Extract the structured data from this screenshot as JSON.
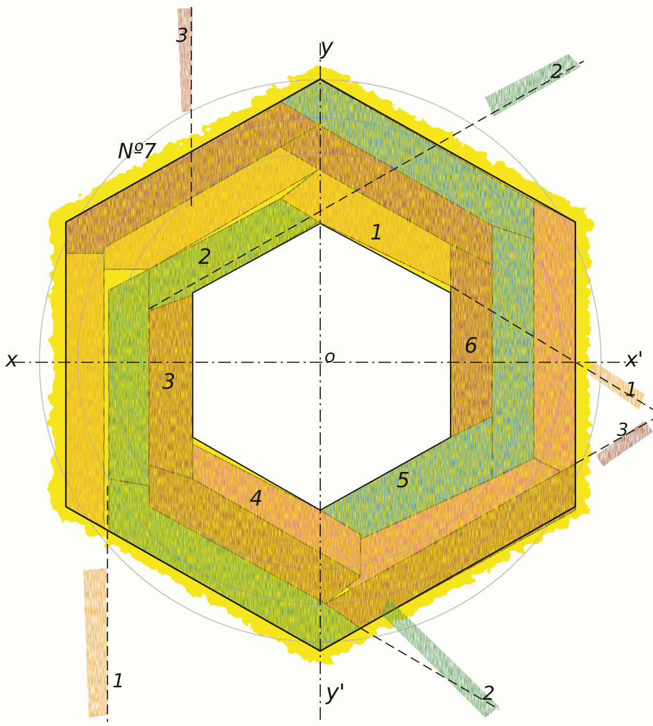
{
  "title": "Nº7",
  "origin_label": "o",
  "axes": {
    "x": "x",
    "x_prime": "x'",
    "y": "y",
    "y_prime": "y'"
  },
  "band_numbers": [
    "1",
    "2",
    "3",
    "4",
    "5",
    "6"
  ],
  "tab_labels": {
    "band1_left": "1",
    "band1_right": "1",
    "band2_top": "2",
    "band2_bottom": "2",
    "band3_top": "3",
    "band3_right": "3"
  },
  "colors": {
    "halo": "#f6e51c",
    "band1": "#e8a637",
    "band2": "#5a9a55",
    "band3": "#a86040",
    "band4": "#dc6f93",
    "band5": "#3d8fd0",
    "band6": "#a34a65",
    "guide": "#b8b8b8",
    "ink": "#151515"
  }
}
